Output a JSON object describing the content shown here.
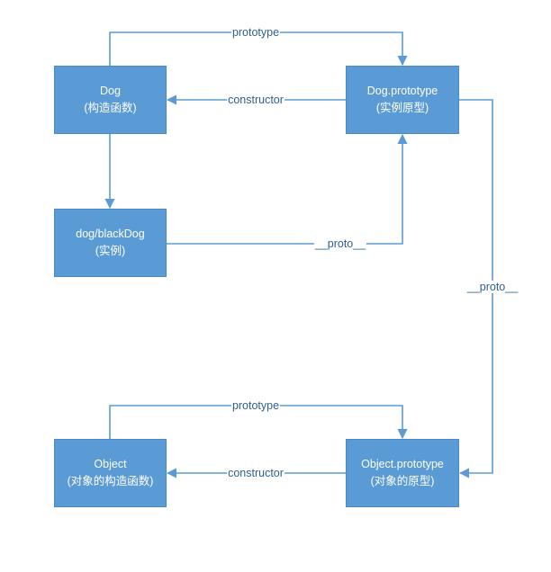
{
  "nodes": {
    "dog": {
      "line1": "Dog",
      "line2": "(构造函数)"
    },
    "dog_prototype": {
      "line1": "Dog.prototype",
      "line2": "(实例原型)"
    },
    "instance": {
      "line1": "dog/blackDog",
      "line2": "(实例)"
    },
    "object": {
      "line1": "Object",
      "line2": "(对象的构造函数)"
    },
    "object_prototype": {
      "line1": "Object.prototype",
      "line2": "(对象的原型)"
    }
  },
  "edges": {
    "dog_prototype_link": "prototype",
    "dog_constructor_link": "constructor",
    "instance_proto_link": "__proto__",
    "prototype_chain_link": "__proto__",
    "object_prototype_link": "prototype",
    "object_constructor_link": "constructor"
  },
  "colors": {
    "node_fill": "#5b9bd5",
    "edge": "#5b9bd5",
    "label_text": "#2f5f8f"
  }
}
